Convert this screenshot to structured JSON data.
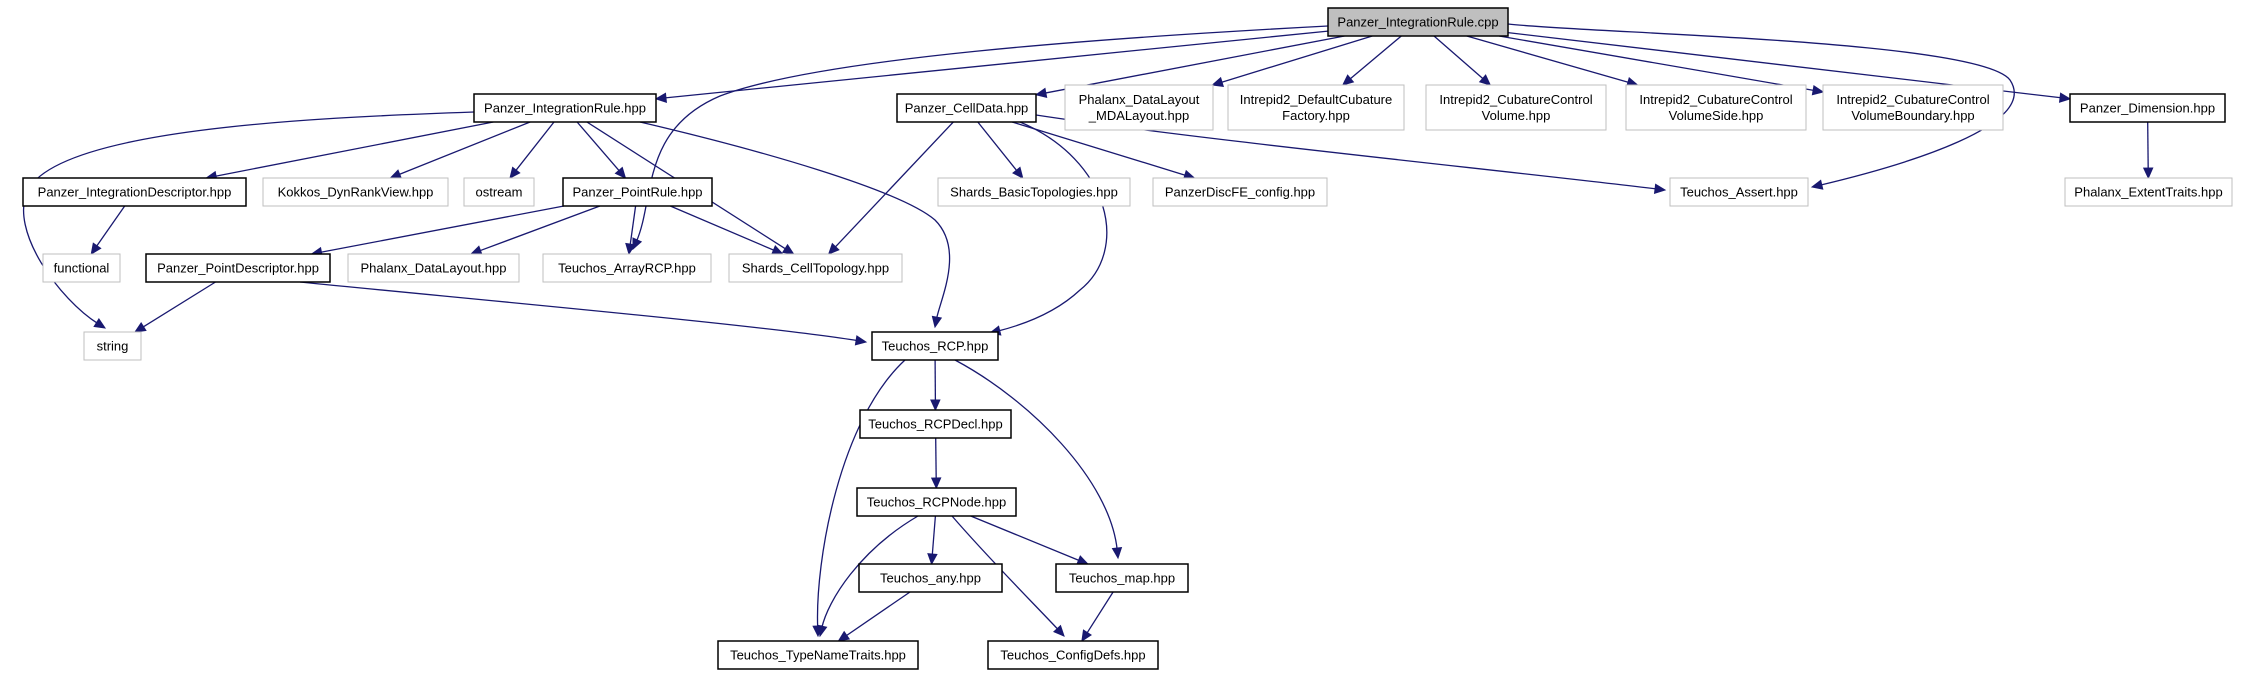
{
  "graph": {
    "nodes": [
      {
        "id": "root",
        "lines": [
          "Panzer_IntegrationRule.cpp"
        ],
        "kind": "root"
      },
      {
        "id": "pir",
        "lines": [
          "Panzer_IntegrationRule.hpp"
        ],
        "kind": "doc"
      },
      {
        "id": "pcd",
        "lines": [
          "Panzer_CellData.hpp"
        ],
        "kind": "doc"
      },
      {
        "id": "pdlmda",
        "lines": [
          "Phalanx_DataLayout",
          "_MDALayout.hpp"
        ],
        "kind": "ext"
      },
      {
        "id": "idcf",
        "lines": [
          "Intrepid2_DefaultCubature",
          "Factory.hpp"
        ],
        "kind": "ext"
      },
      {
        "id": "iccv",
        "lines": [
          "Intrepid2_CubatureControl",
          "Volume.hpp"
        ],
        "kind": "ext"
      },
      {
        "id": "iccvs",
        "lines": [
          "Intrepid2_CubatureControl",
          "VolumeSide.hpp"
        ],
        "kind": "ext"
      },
      {
        "id": "iccvb",
        "lines": [
          "Intrepid2_CubatureControl",
          "VolumeBoundary.hpp"
        ],
        "kind": "ext"
      },
      {
        "id": "pdim",
        "lines": [
          "Panzer_Dimension.hpp"
        ],
        "kind": "doc"
      },
      {
        "id": "pid",
        "lines": [
          "Panzer_IntegrationDescriptor.hpp"
        ],
        "kind": "doc"
      },
      {
        "id": "kdrv",
        "lines": [
          "Kokkos_DynRankView.hpp"
        ],
        "kind": "ext"
      },
      {
        "id": "ostream",
        "lines": [
          "ostream"
        ],
        "kind": "ext"
      },
      {
        "id": "ppr",
        "lines": [
          "Panzer_PointRule.hpp"
        ],
        "kind": "doc"
      },
      {
        "id": "sbt",
        "lines": [
          "Shards_BasicTopologies.hpp"
        ],
        "kind": "ext"
      },
      {
        "id": "pdfe",
        "lines": [
          "PanzerDiscFE_config.hpp"
        ],
        "kind": "ext"
      },
      {
        "id": "tassert",
        "lines": [
          "Teuchos_Assert.hpp"
        ],
        "kind": "ext"
      },
      {
        "id": "pet",
        "lines": [
          "Phalanx_ExtentTraits.hpp"
        ],
        "kind": "ext"
      },
      {
        "id": "functional",
        "lines": [
          "functional"
        ],
        "kind": "ext"
      },
      {
        "id": "ppd",
        "lines": [
          "Panzer_PointDescriptor.hpp"
        ],
        "kind": "doc"
      },
      {
        "id": "pdl",
        "lines": [
          "Phalanx_DataLayout.hpp"
        ],
        "kind": "ext"
      },
      {
        "id": "tarcp",
        "lines": [
          "Teuchos_ArrayRCP.hpp"
        ],
        "kind": "ext"
      },
      {
        "id": "sct",
        "lines": [
          "Shards_CellTopology.hpp"
        ],
        "kind": "ext"
      },
      {
        "id": "string",
        "lines": [
          "string"
        ],
        "kind": "ext"
      },
      {
        "id": "trcp",
        "lines": [
          "Teuchos_RCP.hpp"
        ],
        "kind": "doc"
      },
      {
        "id": "trcpdecl",
        "lines": [
          "Teuchos_RCPDecl.hpp"
        ],
        "kind": "doc"
      },
      {
        "id": "trcpnode",
        "lines": [
          "Teuchos_RCPNode.hpp"
        ],
        "kind": "doc"
      },
      {
        "id": "tany",
        "lines": [
          "Teuchos_any.hpp"
        ],
        "kind": "doc"
      },
      {
        "id": "tmap",
        "lines": [
          "Teuchos_map.hpp"
        ],
        "kind": "doc"
      },
      {
        "id": "ttnt",
        "lines": [
          "Teuchos_TypeNameTraits.hpp"
        ],
        "kind": "doc"
      },
      {
        "id": "tcd",
        "lines": [
          "Teuchos_ConfigDefs.hpp"
        ],
        "kind": "doc"
      }
    ],
    "edges": [
      [
        "root",
        "pir"
      ],
      [
        "root",
        "pcd"
      ],
      [
        "root",
        "pdlmda"
      ],
      [
        "root",
        "idcf"
      ],
      [
        "root",
        "iccv"
      ],
      [
        "root",
        "iccvs"
      ],
      [
        "root",
        "iccvb"
      ],
      [
        "root",
        "pdim"
      ],
      [
        "root",
        "tassert"
      ],
      [
        "root",
        "tarcp"
      ],
      [
        "pir",
        "pid"
      ],
      [
        "pir",
        "kdrv"
      ],
      [
        "pir",
        "ostream"
      ],
      [
        "pir",
        "ppr"
      ],
      [
        "pir",
        "sct"
      ],
      [
        "pir",
        "trcp"
      ],
      [
        "pir",
        "string"
      ],
      [
        "pcd",
        "sbt"
      ],
      [
        "pcd",
        "pdfe"
      ],
      [
        "pcd",
        "tassert"
      ],
      [
        "pcd",
        "sct"
      ],
      [
        "pcd",
        "trcp"
      ],
      [
        "pdim",
        "pet"
      ],
      [
        "pid",
        "functional"
      ],
      [
        "ppr",
        "ppd"
      ],
      [
        "ppr",
        "pdl"
      ],
      [
        "ppr",
        "tarcp"
      ],
      [
        "ppr",
        "sct"
      ],
      [
        "ppd",
        "string"
      ],
      [
        "ppd",
        "trcp"
      ],
      [
        "trcp",
        "trcpdecl"
      ],
      [
        "trcp",
        "ttnt"
      ],
      [
        "trcp",
        "tmap"
      ],
      [
        "trcpdecl",
        "trcpnode"
      ],
      [
        "trcpnode",
        "tany"
      ],
      [
        "trcpnode",
        "tmap"
      ],
      [
        "trcpnode",
        "ttnt"
      ],
      [
        "trcpnode",
        "tcd"
      ],
      [
        "tany",
        "ttnt"
      ],
      [
        "tmap",
        "tcd"
      ]
    ]
  }
}
